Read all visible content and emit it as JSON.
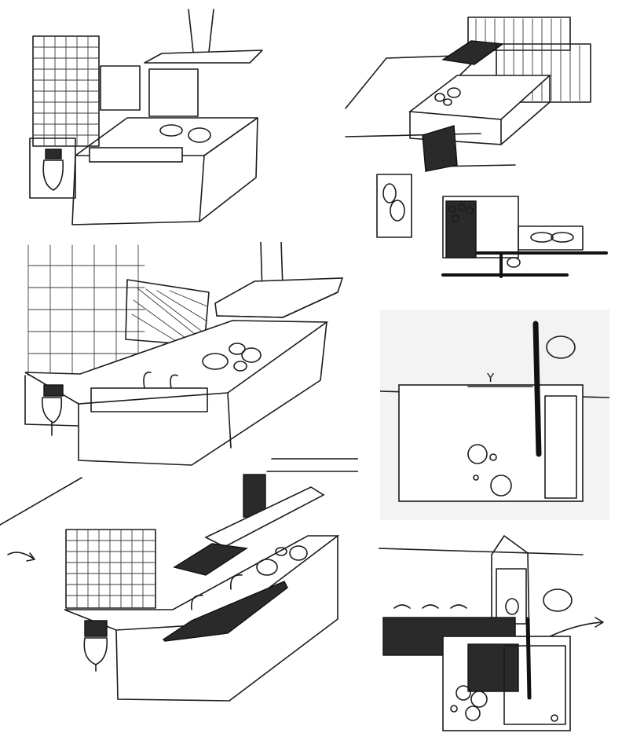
{
  "sheet": {
    "background": "#ffffff",
    "ink": "#1c1c1c",
    "paper_tint": "#f2f2f2"
  },
  "panels": [
    {
      "id": "p1",
      "view": "perspective",
      "annotation": ""
    },
    {
      "id": "p2",
      "view": "perspective-and-plan",
      "annotation": ""
    },
    {
      "id": "p3",
      "view": "perspective",
      "annotation": ""
    },
    {
      "id": "p4",
      "view": "plan",
      "annotation": "Y"
    },
    {
      "id": "p5",
      "view": "perspective",
      "annotation": ""
    },
    {
      "id": "p6",
      "view": "plan",
      "annotation": ""
    }
  ]
}
